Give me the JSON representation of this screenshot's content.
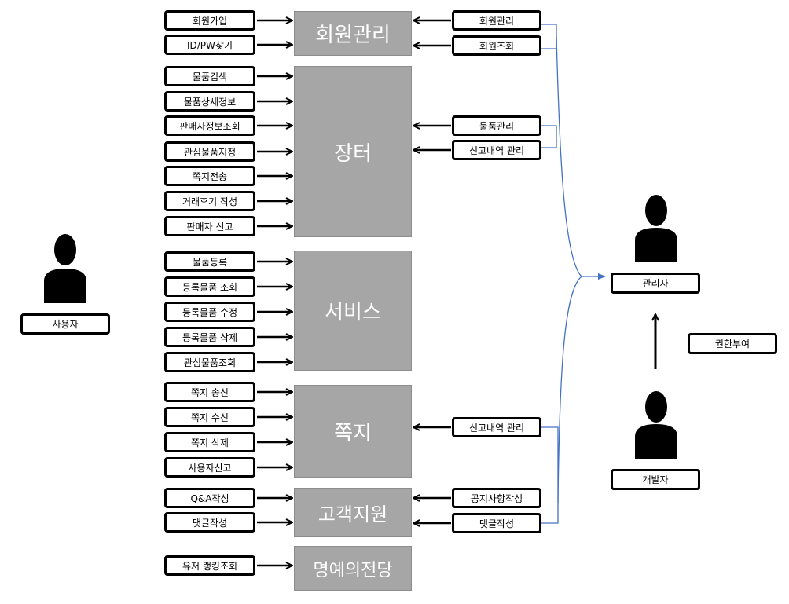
{
  "modules": [
    {
      "id": "member",
      "label": "회원관리"
    },
    {
      "id": "market",
      "label": "장터"
    },
    {
      "id": "service",
      "label": "서비스"
    },
    {
      "id": "message",
      "label": "쪽지"
    },
    {
      "id": "support",
      "label": "고객지원"
    },
    {
      "id": "hall",
      "label": "명예의전당"
    }
  ],
  "user_functions": [
    "회원가입",
    "ID/PW찾기",
    "물품검색",
    "물품상세정보",
    "판매자정보조회",
    "관심물품지정",
    "쪽지전송",
    "거래후기 작성",
    "판매자 신고",
    "물품등록",
    "등록물품 조회",
    "등록물품 수정",
    "등록물품 삭제",
    "관심물품조회",
    "쪽지 송신",
    "쪽지 수신",
    "쪽지 삭제",
    "사용자신고",
    "Q&A작성",
    "댓글작성",
    "유저 랭킹조회"
  ],
  "admin_functions": [
    "회원관리",
    "회원조회",
    "물품관리",
    "신고내역 관리",
    "신고내역 관리",
    "공지사항작성",
    "댓글작성"
  ],
  "actors": {
    "user": "사용자",
    "admin": "관리자",
    "developer": "개발자"
  },
  "permission_label": "권한부여",
  "colors": {
    "module_fill": "#a6a6a6",
    "connector": "#4472c4",
    "arrow": "#000000"
  }
}
